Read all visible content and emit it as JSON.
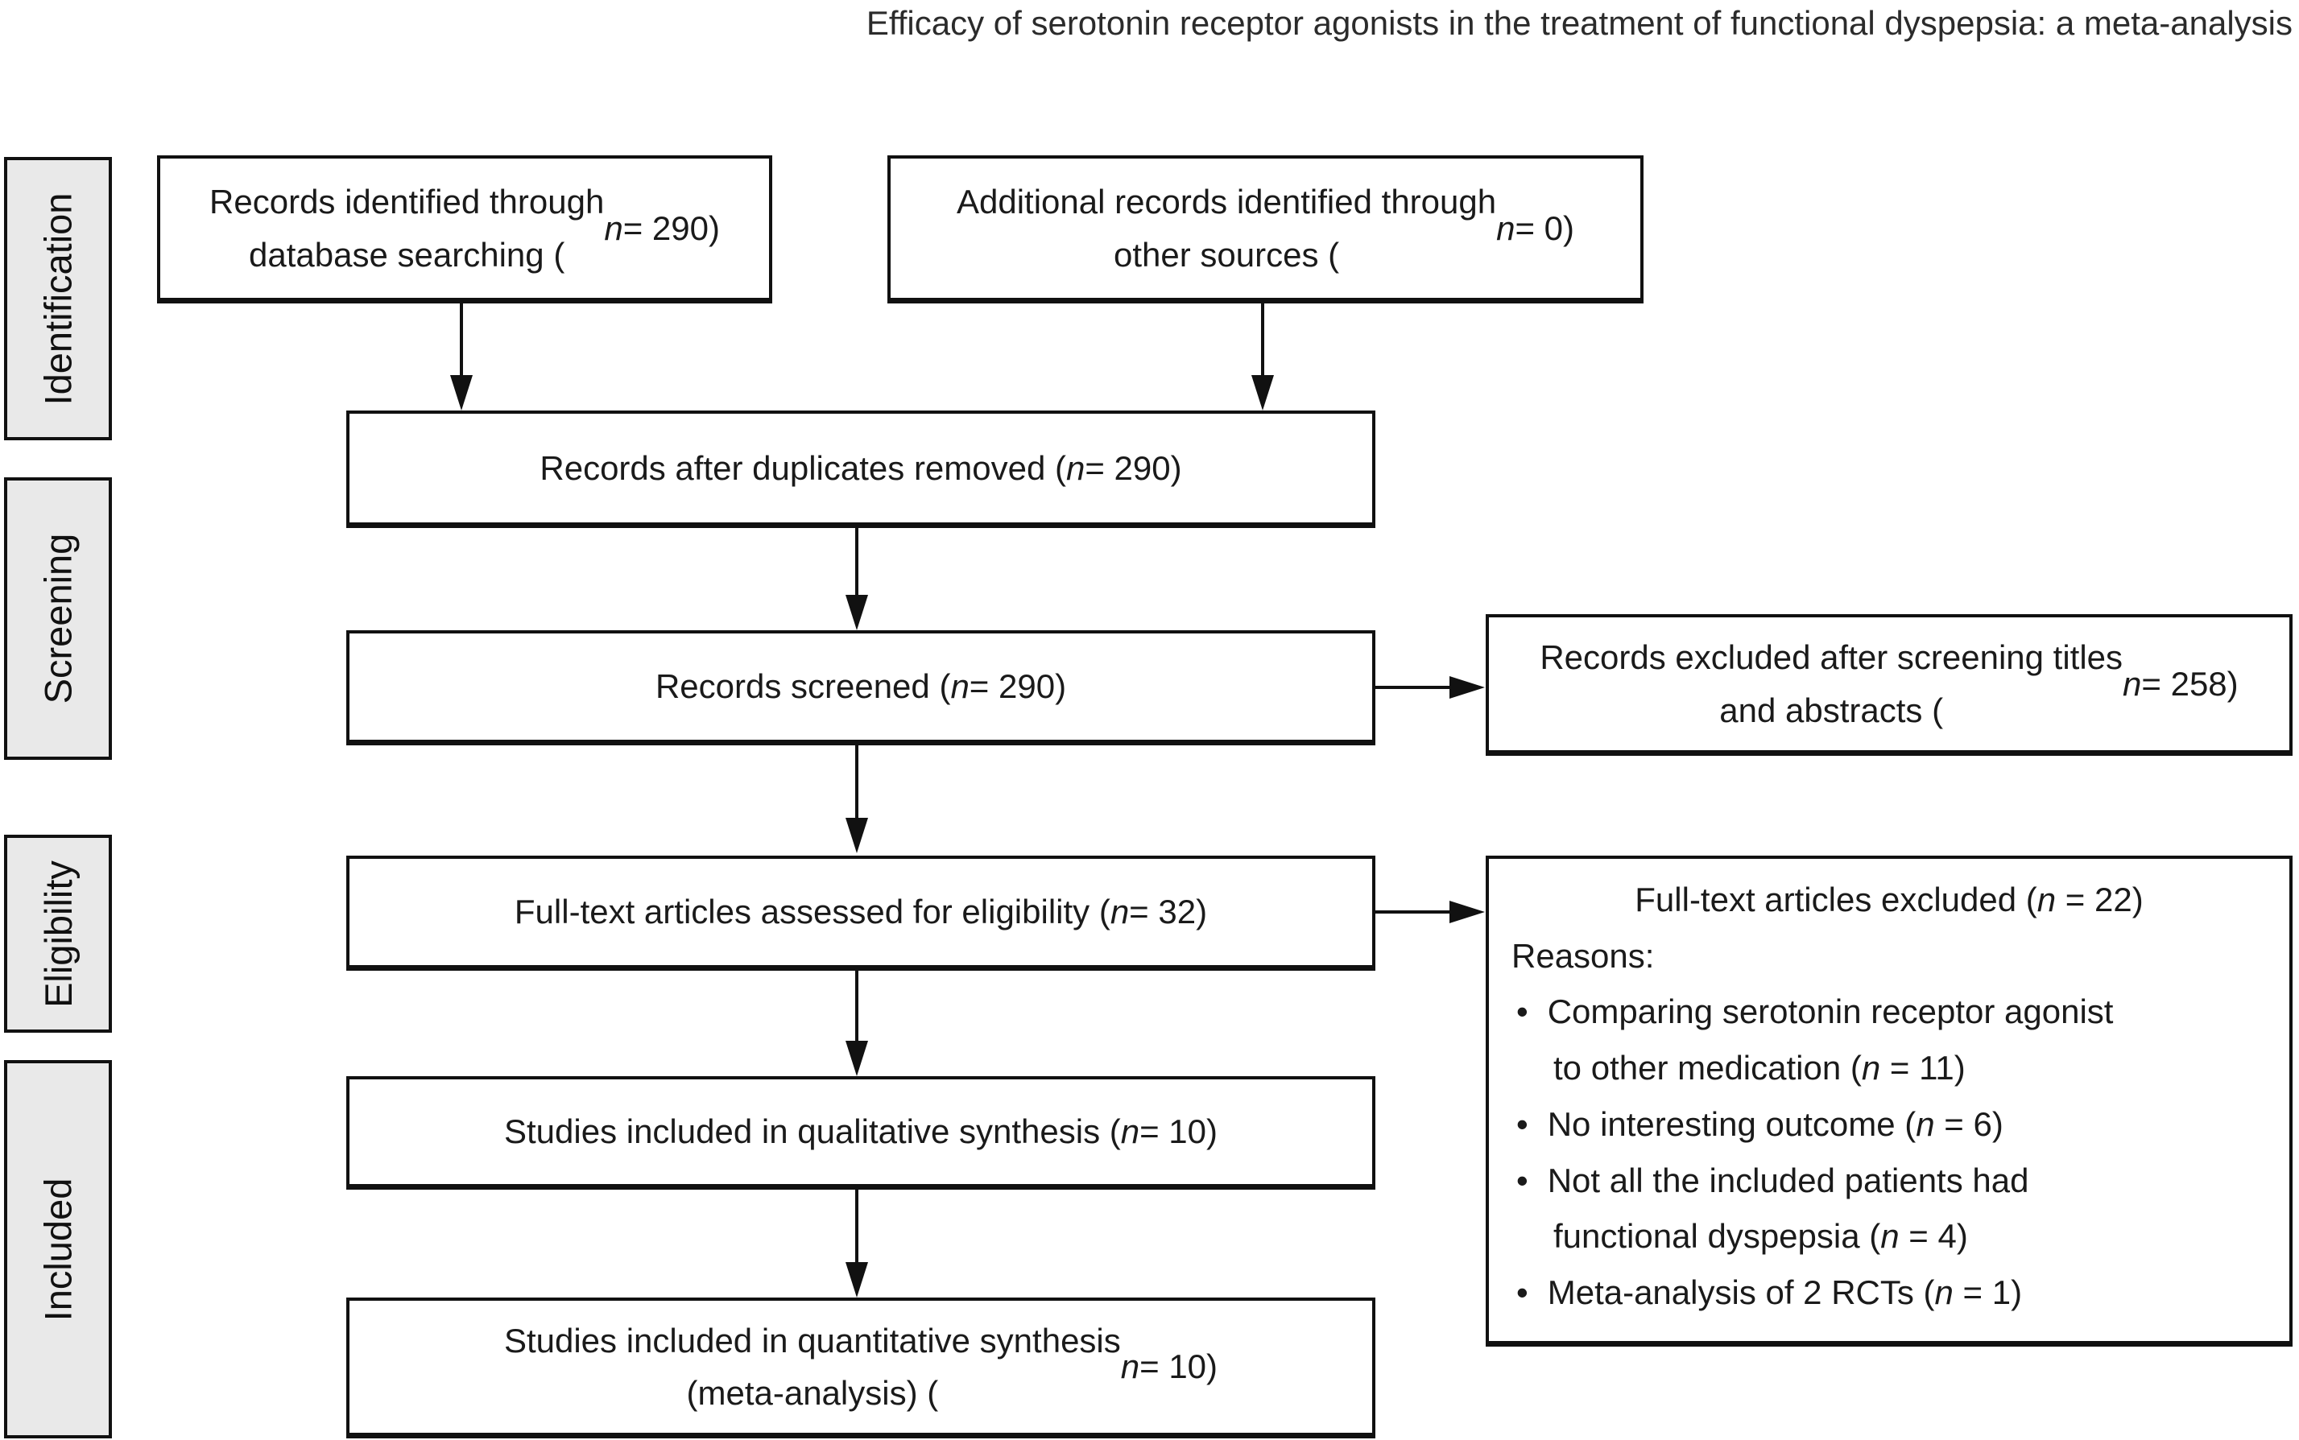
{
  "title": "Efficacy of serotonin receptor agonists in the treatment of functional dyspepsia: a meta-analysis",
  "stages": [
    {
      "label": "Identification"
    },
    {
      "label": "Screening"
    },
    {
      "label": "Eligibility"
    },
    {
      "label": "Included"
    }
  ],
  "flow": {
    "identified": "Records identified through\ndatabase searching (n = 290)",
    "additional": "Additional records identified through\nother sources (n = 0)",
    "duplicates": "Records after duplicates removed (n = 290)",
    "screened": "Records screened (n = 290)",
    "fulltext": "Full-text articles assessed for eligibility (n = 32)",
    "qualitative": "Studies included in qualitative synthesis (n = 10)",
    "quantitative": "Studies included in quantitative synthesis\n(meta-analysis) (n = 10)",
    "excluded_screening": "Records excluded after screening titles\nand abstracts (n = 258)",
    "excluded_fulltext": {
      "heading": "Full-text articles excluded (n = 22)",
      "reasons_label": "Reasons:",
      "reasons": [
        "Comparing serotonin receptor agonist\nto other medication (n = 11)",
        "No interesting outcome (n = 6)",
        "Not all the included patients had\nfunctional dyspepsia (n = 4)",
        "Meta-analysis of 2 RCTs (n = 1)"
      ]
    }
  },
  "colors": {
    "box_border": "#111111",
    "rail_fill": "#e9e9e9",
    "background": "#ffffff",
    "text": "#1a1a1a"
  }
}
